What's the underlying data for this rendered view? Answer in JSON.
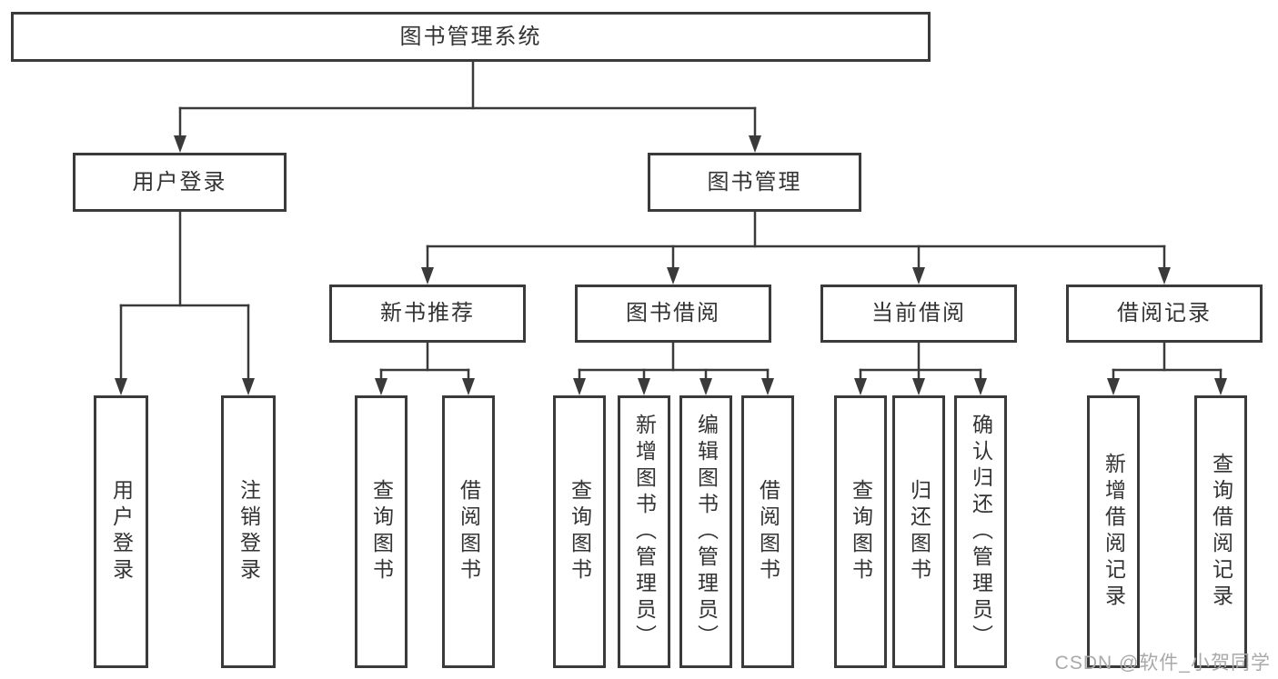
{
  "colors": {
    "line": "#3a3a3a",
    "box_border": "#3a3a3a",
    "box_fill": "#ffffff",
    "text": "#333333",
    "watermark": "#a9a9a9",
    "background": "#ffffff"
  },
  "nodes": {
    "root": {
      "label": "图书管理系统"
    },
    "user_login": {
      "label": "用户登录"
    },
    "book_mgmt": {
      "label": "图书管理"
    },
    "new_book_rec": {
      "label": "新书推荐"
    },
    "book_borrow": {
      "label": "图书借阅"
    },
    "current_borrow": {
      "label": "当前借阅"
    },
    "borrow_records": {
      "label": "借阅记录"
    },
    "leaf_user_login": {
      "label": "用户登录"
    },
    "leaf_logout": {
      "label": "注销登录"
    },
    "leaf_rec_query_books": {
      "label": "查询图书"
    },
    "leaf_rec_borrow_books": {
      "label": "借阅图书"
    },
    "leaf_bb_query_books": {
      "label": "查询图书"
    },
    "leaf_bb_add_books": {
      "label": "新增图书（管理员）"
    },
    "leaf_bb_edit_books": {
      "label": "编辑图书（管理员）"
    },
    "leaf_bb_borrow_books": {
      "label": "借阅图书"
    },
    "leaf_cb_query_books": {
      "label": "查询图书"
    },
    "leaf_cb_return_books": {
      "label": "归还图书"
    },
    "leaf_cb_confirm_return": {
      "label": "确认归还（管理员）"
    },
    "leaf_br_add_record": {
      "label": "新增借阅记录"
    },
    "leaf_br_query_record": {
      "label": "查询借阅记录"
    }
  },
  "tree": {
    "图书管理系统": {
      "用户登录": [
        "用户登录",
        "注销登录"
      ],
      "图书管理": {
        "新书推荐": [
          "查询图书",
          "借阅图书"
        ],
        "图书借阅": [
          "查询图书",
          "新增图书（管理员）",
          "编辑图书（管理员）",
          "借阅图书"
        ],
        "当前借阅": [
          "查询图书",
          "归还图书",
          "确认归还（管理员）"
        ],
        "借阅记录": [
          "新增借阅记录",
          "查询借阅记录"
        ]
      }
    }
  },
  "watermark": {
    "text": "CSDN @软件_小贺同学"
  }
}
